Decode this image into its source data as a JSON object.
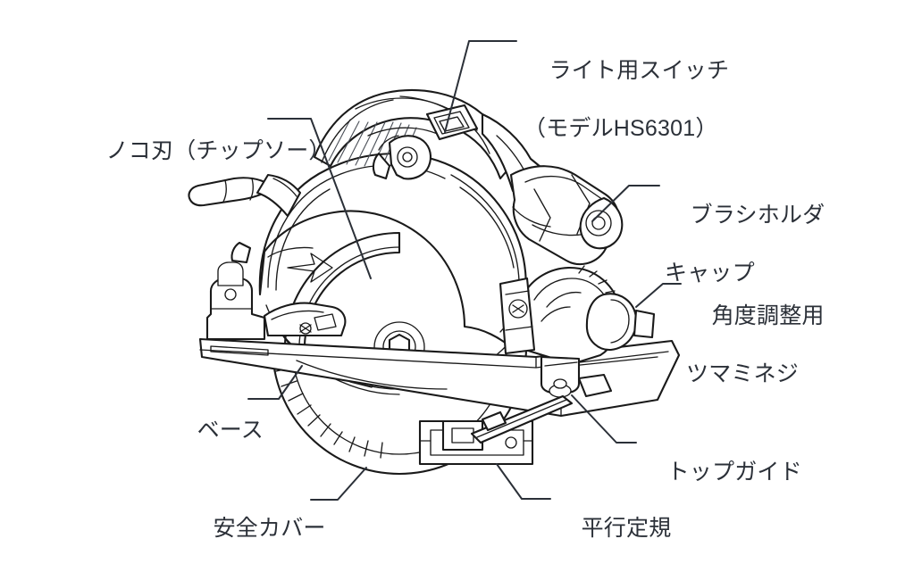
{
  "document": {
    "type": "technical-parts-diagram",
    "subject": "circular saw (丸ノコ)",
    "model_note": "HS6301",
    "background_color": "#ffffff",
    "line_color": "#1a1a1a",
    "text_color": "#2b3038"
  },
  "callouts": [
    {
      "id": "light-switch",
      "line1": "ライト用スイッチ",
      "line2": "（モデルHS6301）",
      "side": "right",
      "points_to": "light switch button on handle"
    },
    {
      "id": "saw-blade",
      "line1": "ノコ刃（チップソー）",
      "line2": "",
      "side": "left",
      "points_to": "tipped saw blade under upper guard"
    },
    {
      "id": "brush-holder-cap",
      "line1": "ブラシホルダ",
      "line2": "キャップ",
      "side": "right",
      "points_to": "carbon brush holder cap on motor housing"
    },
    {
      "id": "bevel-knob",
      "line1": "角度調整用",
      "line2": "ツマミネジ",
      "side": "right",
      "points_to": "bevel angle adjustment thumb screw"
    },
    {
      "id": "base",
      "line1": "ベース",
      "line2": "",
      "side": "left",
      "points_to": "base plate / shoe"
    },
    {
      "id": "top-guide",
      "line1": "トップガイド",
      "line2": "",
      "side": "right",
      "points_to": "top guide on front of base"
    },
    {
      "id": "safety-cover",
      "line1": "安全カバー",
      "line2": "",
      "side": "left",
      "points_to": "lower retractable blade guard"
    },
    {
      "id": "rip-fence",
      "line1": "平行定規",
      "line2": "",
      "side": "left",
      "points_to": "parallel rip fence guide"
    }
  ]
}
